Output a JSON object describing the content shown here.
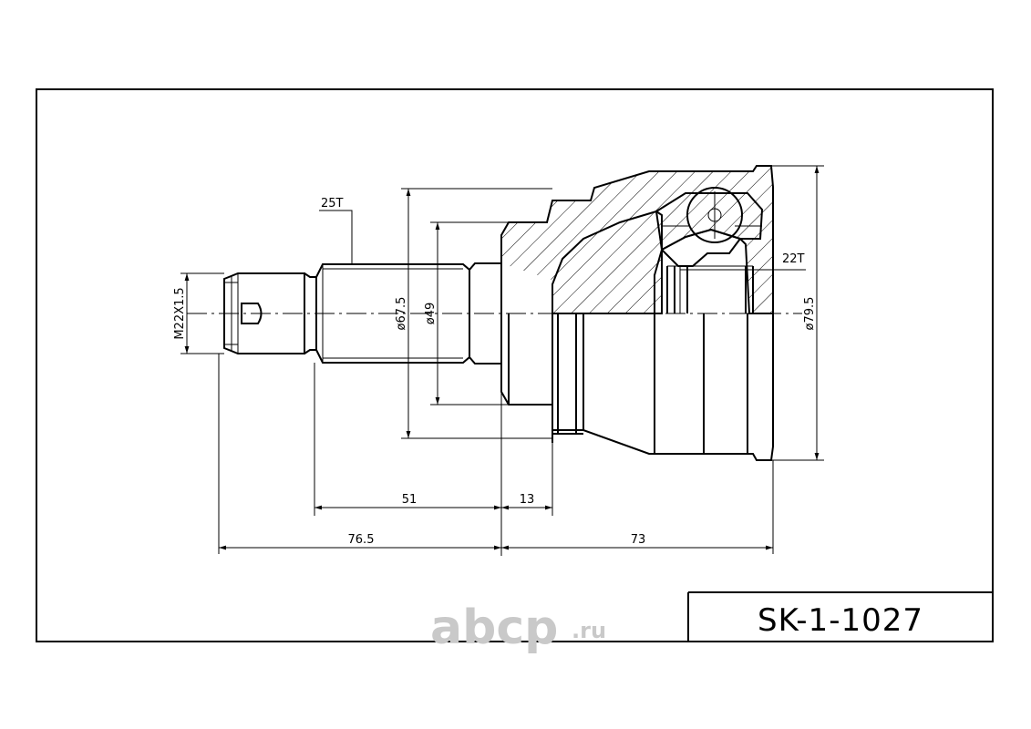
{
  "part_number": "SK-1-1027",
  "watermark": {
    "main": "abcp",
    "suffix": ".ru"
  },
  "annotations": {
    "spline_outer": "25T",
    "spline_inner": "22T",
    "thread": "M22X1.5"
  },
  "dimensions": {
    "d_67_5": "ø67.5",
    "d_49": "ø49",
    "d_79_5": "ø79.5",
    "len_51": "51",
    "len_13": "13",
    "len_76_5": "76.5",
    "len_73": "73"
  }
}
